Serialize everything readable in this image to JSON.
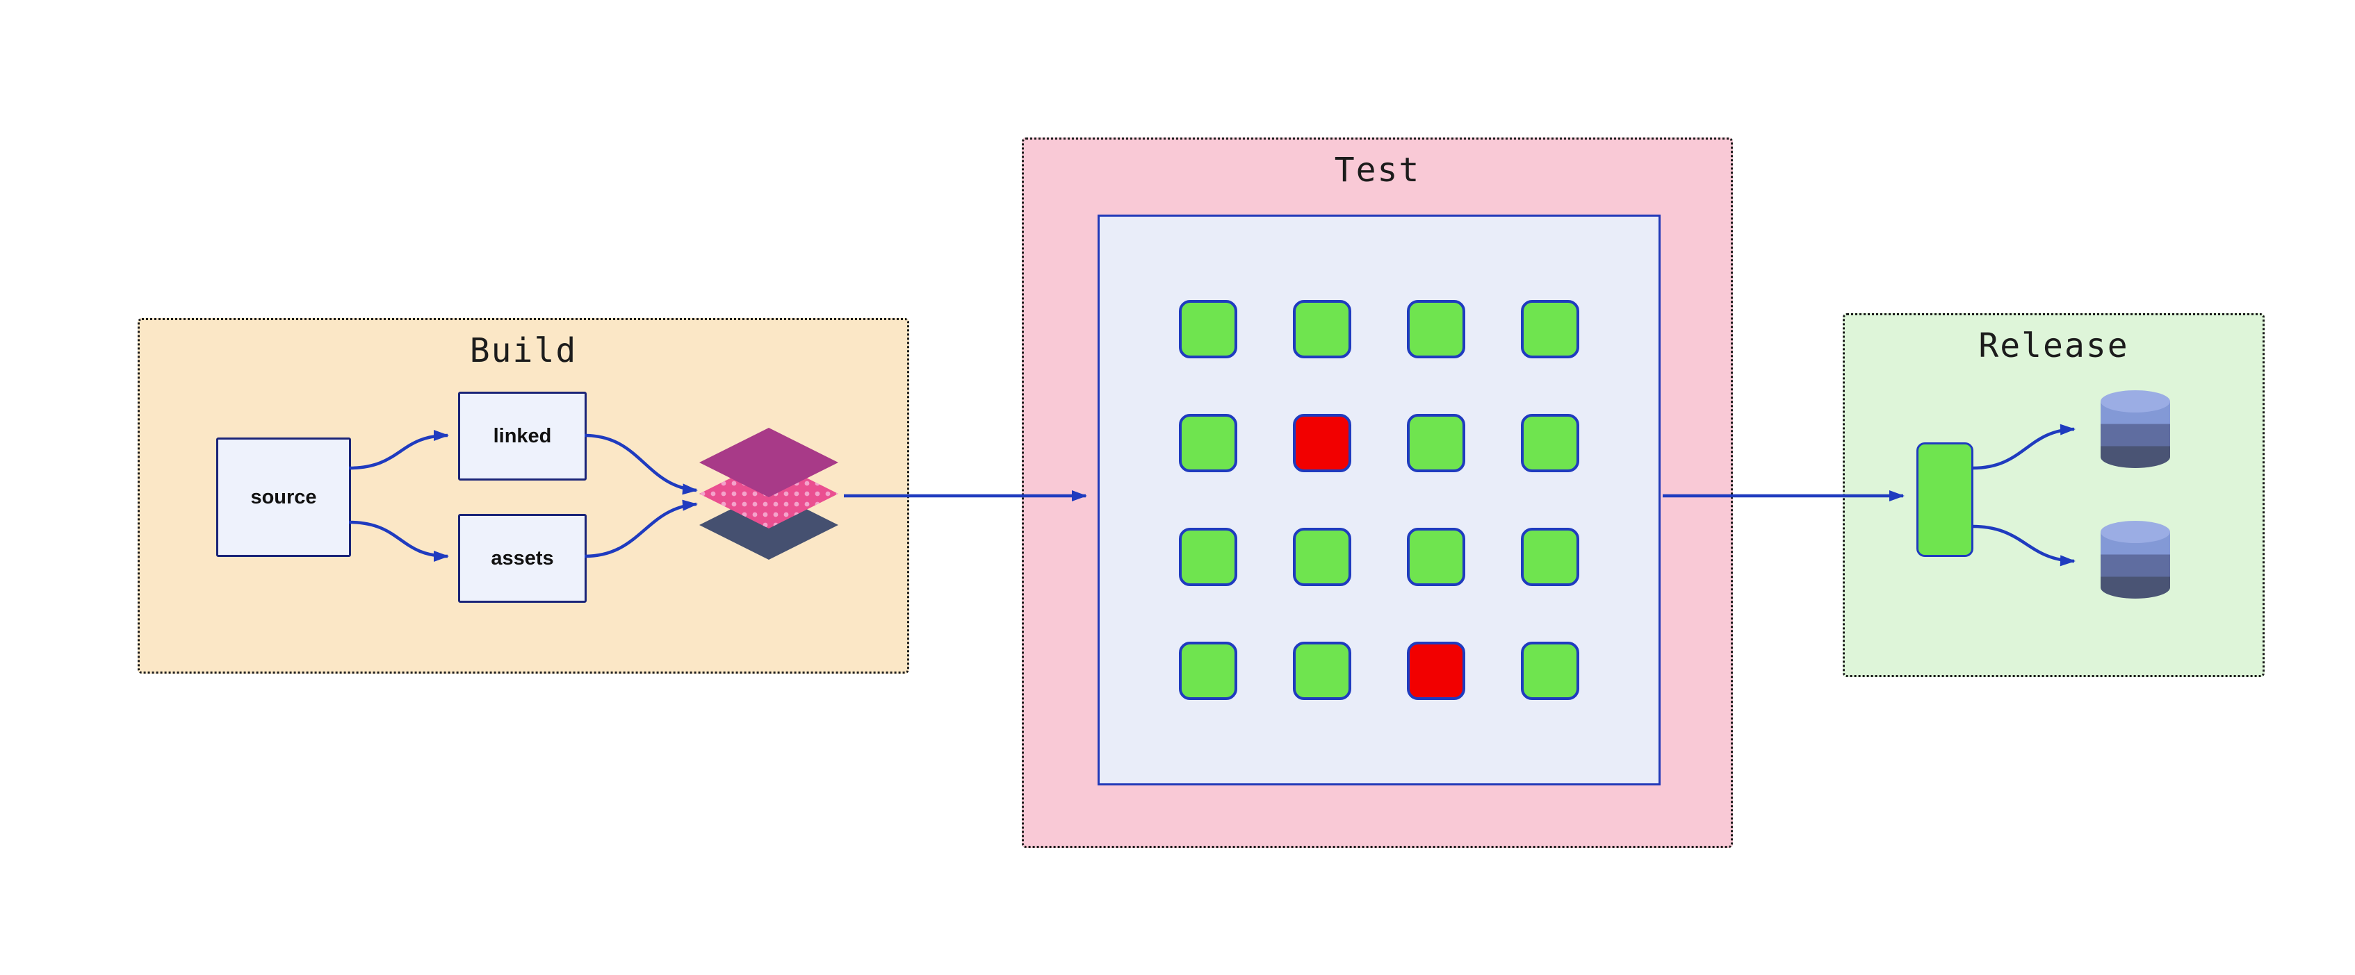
{
  "stages": {
    "build": {
      "title": "Build",
      "nodes": {
        "source": {
          "label": "source"
        },
        "linked": {
          "label": "linked"
        },
        "assets": {
          "label": "assets"
        }
      },
      "artifact_icon": "layer-stack-icon"
    },
    "test": {
      "title": "Test",
      "grid": {
        "rows": 4,
        "cols": 4,
        "cells": [
          [
            "pass",
            "pass",
            "pass",
            "pass"
          ],
          [
            "pass",
            "fail",
            "pass",
            "pass"
          ],
          [
            "pass",
            "pass",
            "pass",
            "pass"
          ],
          [
            "pass",
            "pass",
            "fail",
            "pass"
          ]
        ]
      }
    },
    "release": {
      "title": "Release",
      "artifact_icon": "package-icon",
      "targets": [
        "database-icon",
        "database-icon"
      ]
    }
  },
  "colors": {
    "background": "#ffffff",
    "build_bg": "#fbe7c6",
    "test_bg": "#f9c9d6",
    "release_bg": "#def5d9",
    "panel_bg": "#e9edf9",
    "panel_border": "#2038b8",
    "node_bg": "#eef2fc",
    "node_border": "#1a2478",
    "stage_border": "#1b1b1b",
    "pass": "#6fe44f",
    "fail": "#f20000",
    "cell_border": "#1f3bbf",
    "arrow": "#1f3bbf",
    "artifact_green": "#6fe44f",
    "layer_top": "#a83a88",
    "layer_mid": "#ea4f90",
    "layer_dot": "#f4a3cb",
    "layer_bottom": "#455070",
    "db_top": "#9bade4",
    "db_band_1": "#8399d6",
    "db_band_2": "#5f6da0",
    "db_band_3": "#4a5474"
  }
}
